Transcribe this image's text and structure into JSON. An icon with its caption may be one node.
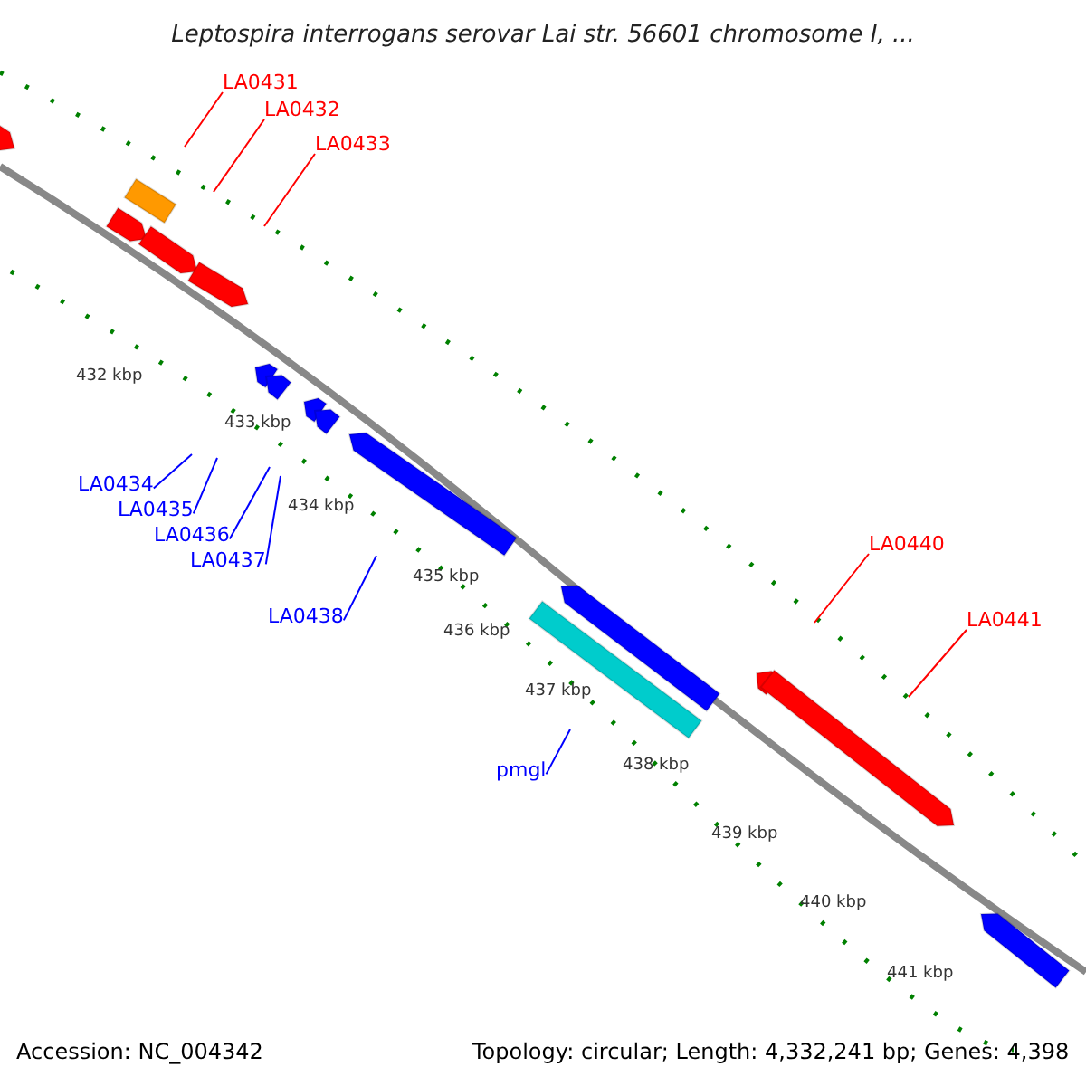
{
  "diagram": {
    "title": "Leptospira interrogans serovar Lai str. 56601 chromosome I, ...",
    "nodes": [
      {
        "text": [
          "LA0431"
        ]
      },
      {
        "text": [
          "LA0432"
        ]
      },
      {
        "text": [
          "LA0433"
        ]
      },
      {
        "text": [
          "LA0434"
        ]
      },
      {
        "text": [
          "LA0435"
        ]
      },
      {
        "text": [
          "LA0436"
        ]
      },
      {
        "text": [
          "LA0437"
        ]
      },
      {
        "text": [
          "LA0438"
        ]
      },
      {
        "text": [
          "pmgl"
        ]
      },
      {
        "text": [
          "LA0440"
        ]
      },
      {
        "text": [
          "LA0441"
        ]
      }
    ],
    "edges": [
      {
        "from": 0,
        "to": null,
        "arrow": "none",
        "color": "#ff0000"
      },
      {
        "from": 1,
        "to": null,
        "arrow": "none",
        "color": "#ff0000"
      },
      {
        "from": 2,
        "to": null,
        "arrow": "none",
        "color": "#ff0000"
      },
      {
        "from": 3,
        "to": null,
        "arrow": "none"
      },
      {
        "from": 4,
        "to": null,
        "arrow": "none"
      },
      {
        "from": 5,
        "to": null,
        "arrow": "none"
      },
      {
        "from": 6,
        "to": null,
        "arrow": "none"
      },
      {
        "from": 7,
        "to": null,
        "arrow": "none"
      },
      {
        "from": 8,
        "to": null,
        "arrow": "none"
      },
      {
        "from": 9,
        "to": null,
        "arrow": "none",
        "color": "#ff0000"
      },
      {
        "from": 10,
        "to": null,
        "arrow": "none",
        "color": "#ff0000"
      }
    ],
    "labels": [
      "432 kbp",
      "433 kbp",
      "434 kbp",
      "435 kbp",
      "436 kbp",
      "437 kbp",
      "438 kbp",
      "439 kbp",
      "440 kbp",
      "441 kbp",
      "Accession: NC_004342",
      "Topology: circular; Length: 4,332,241 bp; Genes: 4,398"
    ]
  }
}
